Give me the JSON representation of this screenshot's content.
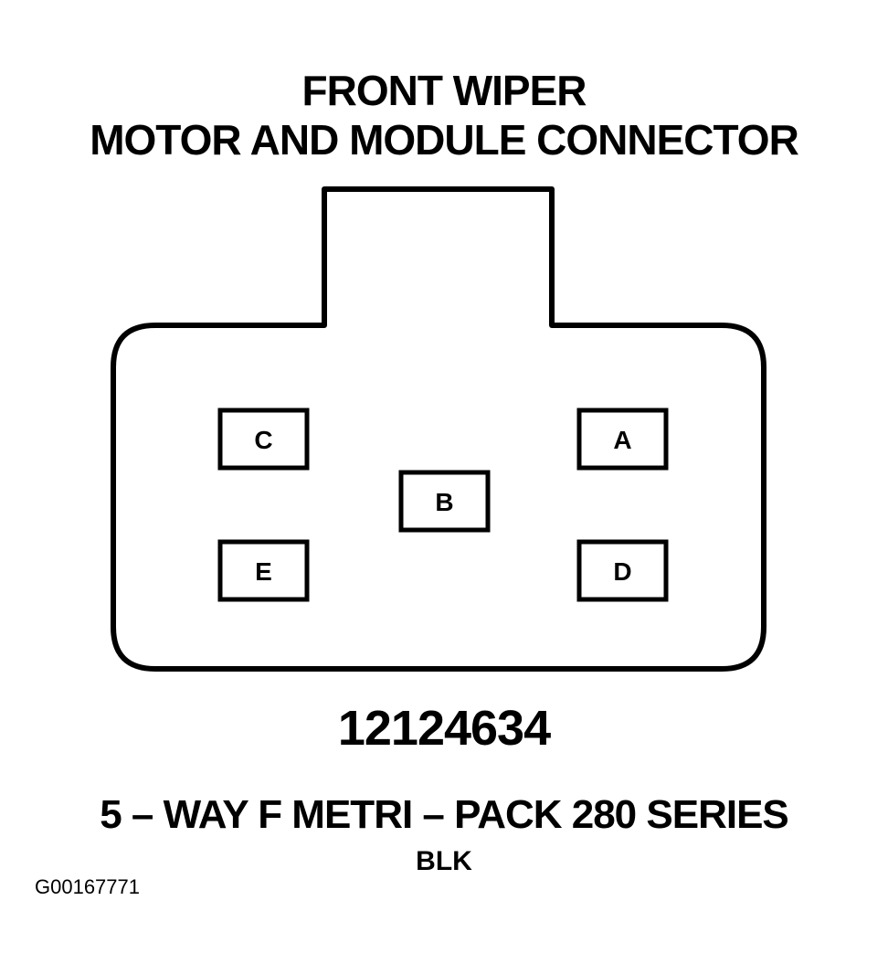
{
  "title": {
    "line1": "FRONT WIPER",
    "line2": "MOTOR AND MODULE CONNECTOR"
  },
  "connector": {
    "pins": [
      {
        "id": "pin-c",
        "label": "C"
      },
      {
        "id": "pin-a",
        "label": "A"
      },
      {
        "id": "pin-b",
        "label": "B"
      },
      {
        "id": "pin-e",
        "label": "E"
      },
      {
        "id": "pin-d",
        "label": "D"
      }
    ]
  },
  "part_number": "12124634",
  "series": "5 – WAY F METRI – PACK 280 SERIES",
  "color": "BLK",
  "figure_id": "G00167771",
  "colors": {
    "line": "#000000",
    "background": "#ffffff"
  }
}
